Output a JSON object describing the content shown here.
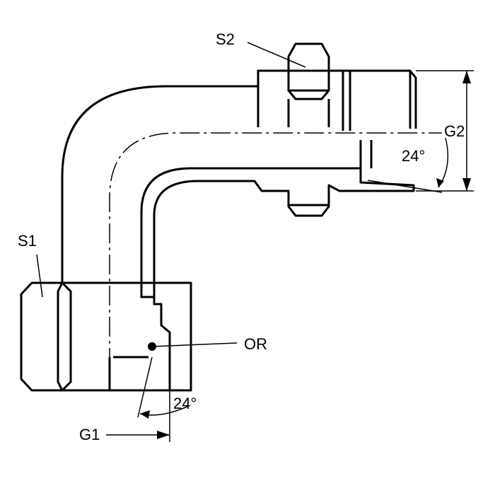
{
  "labels": {
    "s2": "S2",
    "g2": "G2",
    "angle_top": "24°",
    "s1": "S1",
    "or": "OR",
    "g1": "G1",
    "angle_bottom": "24°"
  },
  "colors": {
    "line": "#000000",
    "background": "#ffffff"
  }
}
